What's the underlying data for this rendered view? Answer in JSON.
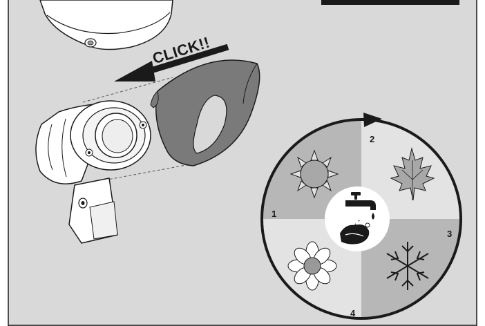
{
  "callout_text": "CLICK!!",
  "colors": {
    "background": "#d9d9d9",
    "frame": "#1a1a1a",
    "shield": "#7a7a7a",
    "quadrant_dark": "#b7b7b7",
    "quadrant_light": "#e3e3e3",
    "hub": "#ffffff",
    "lamp_body": "#ffffff"
  },
  "wheel": {
    "segments": [
      {
        "number": "1",
        "icon": "sun-icon"
      },
      {
        "number": "2",
        "icon": "maple-leaf-icon"
      },
      {
        "number": "3",
        "icon": "snowflake-icon"
      },
      {
        "number": "4",
        "icon": "flower-icon"
      }
    ],
    "center_icons": [
      "tap-icon",
      "hand-washing-icon"
    ]
  }
}
